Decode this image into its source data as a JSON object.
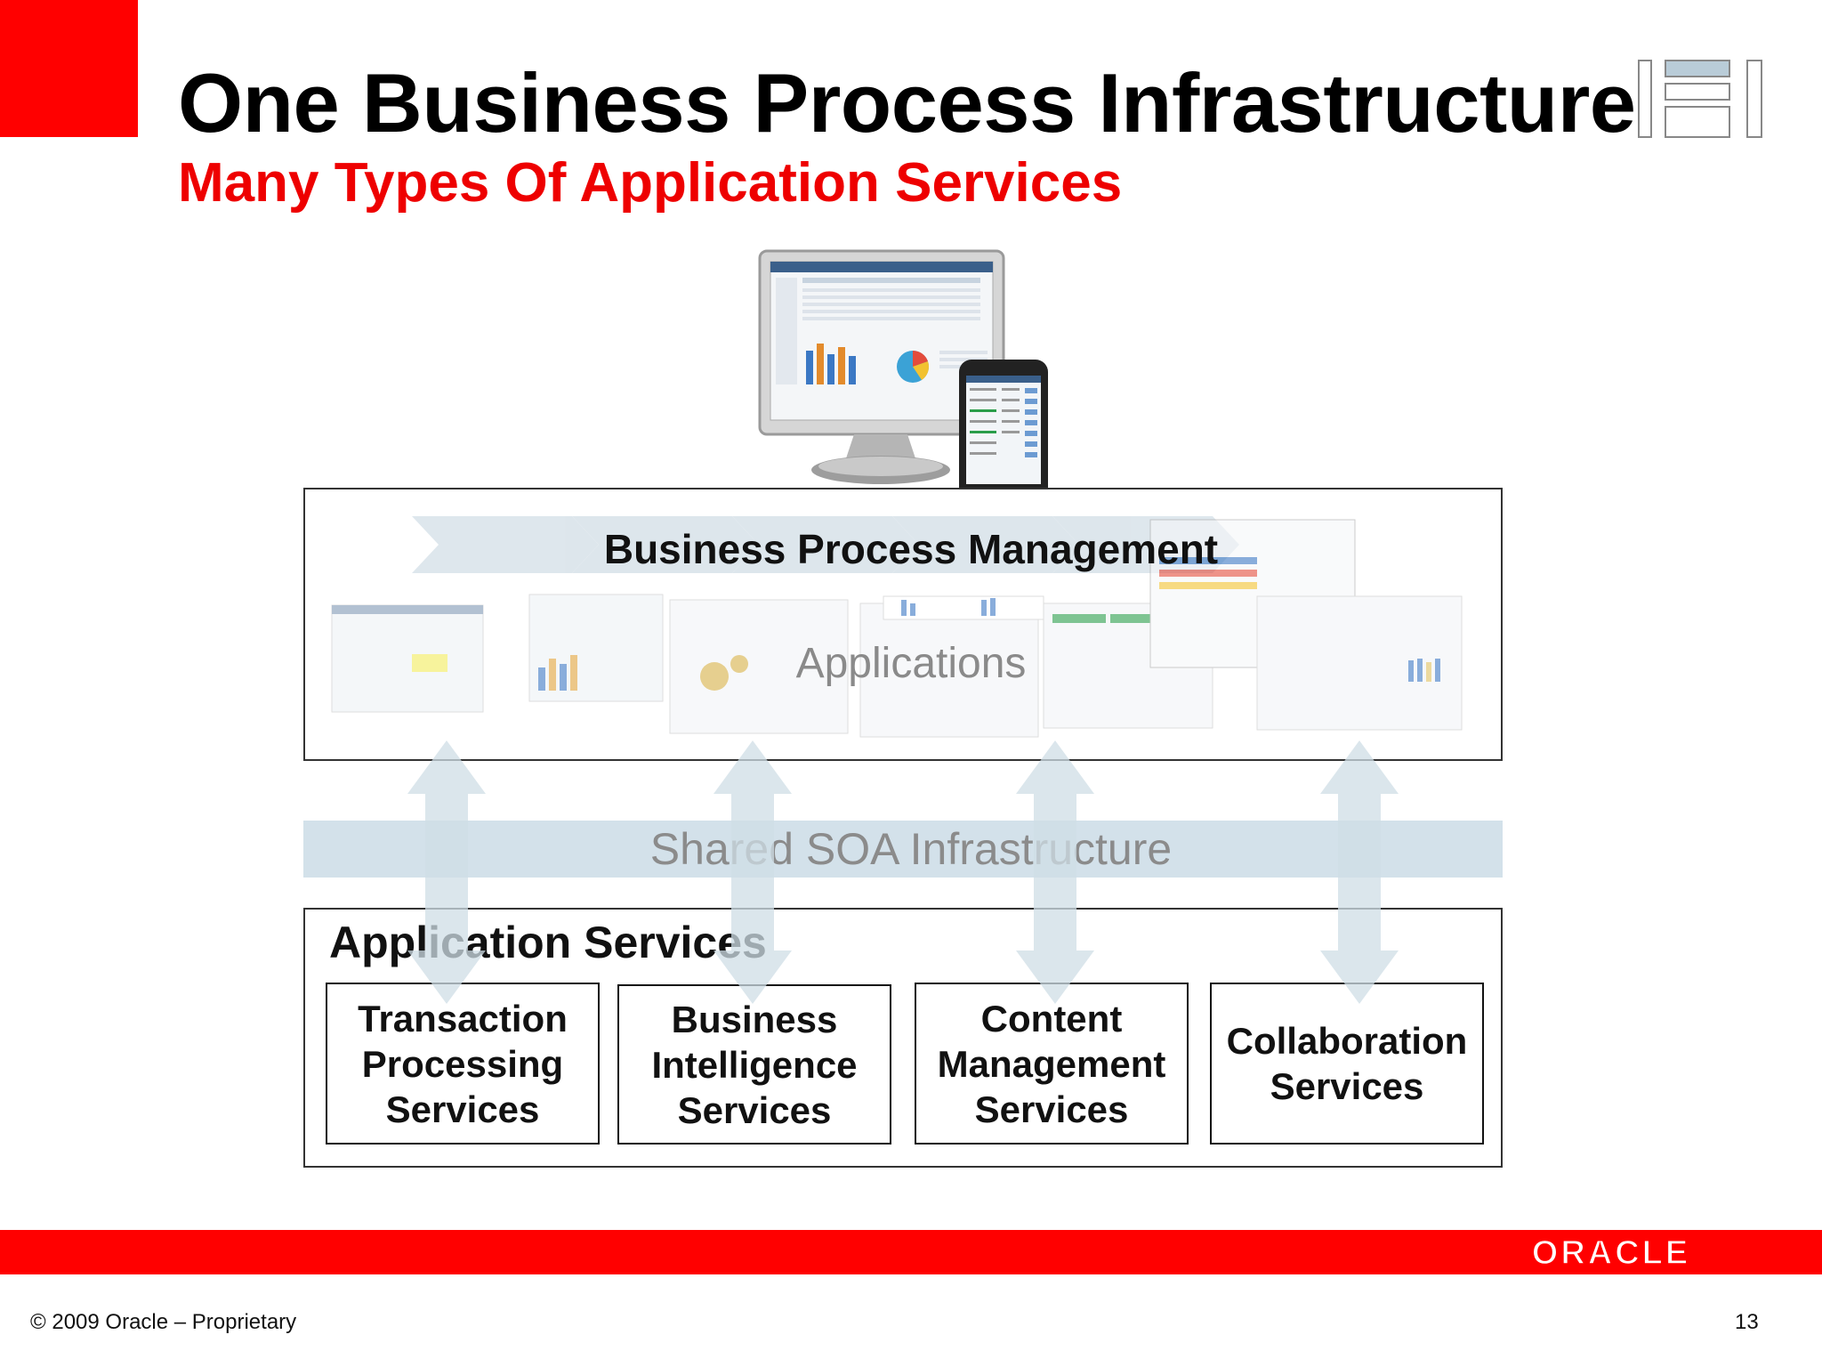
{
  "header": {
    "title": "One Business Process Infrastructure",
    "subtitle": "Many Types Of Application Services"
  },
  "diagram": {
    "bpm_label": "Business Process Management",
    "applications_label": "Applications",
    "soa_label": "Shared SOA Infrastructure",
    "services_title": "Application Services",
    "services": [
      {
        "label": "Transaction\nProcessing\nServices"
      },
      {
        "label": "Business\nIntelligence\nServices"
      },
      {
        "label": "Content\nManagement\nServices"
      },
      {
        "label": "Collaboration\nServices"
      }
    ]
  },
  "footer": {
    "logo_text": "ORACLE",
    "copyright": "© 2009 Oracle – Proprietary",
    "page_number": "13"
  },
  "colors": {
    "accent_red": "#ff0000",
    "subtitle_red": "#ee0000",
    "soa_band": "#d3e1ea",
    "arrow_fill": "#cfdde6"
  },
  "icons": [
    "monitor-icon",
    "smartphone-icon",
    "slide-grid-icon",
    "bidirectional-arrow-icon"
  ]
}
